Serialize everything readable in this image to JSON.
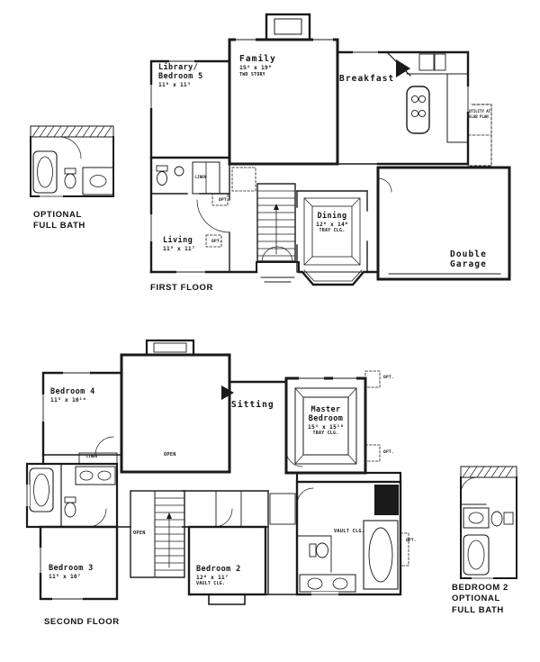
{
  "first_floor": {
    "title": "FIRST FLOOR",
    "optional_bath": {
      "line1": "OPTIONAL",
      "line2": "FULL BATH"
    },
    "rooms": {
      "library": {
        "name1": "Library/",
        "name2": "Bedroom 5",
        "dims": "11⁸ x 11³"
      },
      "family": {
        "name": "Family",
        "dims": "15⁴ x 19⁸",
        "note": "TWO STORY"
      },
      "breakfast": {
        "name": "Breakfast"
      },
      "living": {
        "name": "Living",
        "dims": "11⁵ x 11⁷"
      },
      "dining": {
        "name": "Dining",
        "dims": "12⁰ x 14⁰",
        "note": "TRAY CLG."
      },
      "garage": {
        "name1": "Double",
        "name2": "Garage"
      },
      "utility": {
        "note": "UTILITY AT SLAB PLAN"
      }
    },
    "annotations": {
      "opt": "OPT.",
      "linen": "LINEN"
    }
  },
  "second_floor": {
    "title": "SECOND FLOOR",
    "optional_bath": {
      "line1": "BEDROOM 2",
      "line2": "OPTIONAL",
      "line3": "FULL BATH"
    },
    "rooms": {
      "bedroom4": {
        "name": "Bedroom 4",
        "dims": "11⁵ x 10¹⁰"
      },
      "sitting": {
        "name": "Sitting"
      },
      "master": {
        "name1": "Master",
        "name2": "Bedroom",
        "dims": "15⁴ x 15¹⁰",
        "note": "TRAY CLG."
      },
      "bedroom3": {
        "name": "Bedroom 3",
        "dims": "11⁵ x 10⁷"
      },
      "bedroom2": {
        "name": "Bedroom 2",
        "dims": "12⁰ x 11⁷",
        "note": "VAULT CLG."
      },
      "bath": {
        "note": "VAULT CLG."
      }
    },
    "annotations": {
      "open": "OPEN",
      "opt": "OPT.",
      "linen": "LINEN"
    }
  }
}
